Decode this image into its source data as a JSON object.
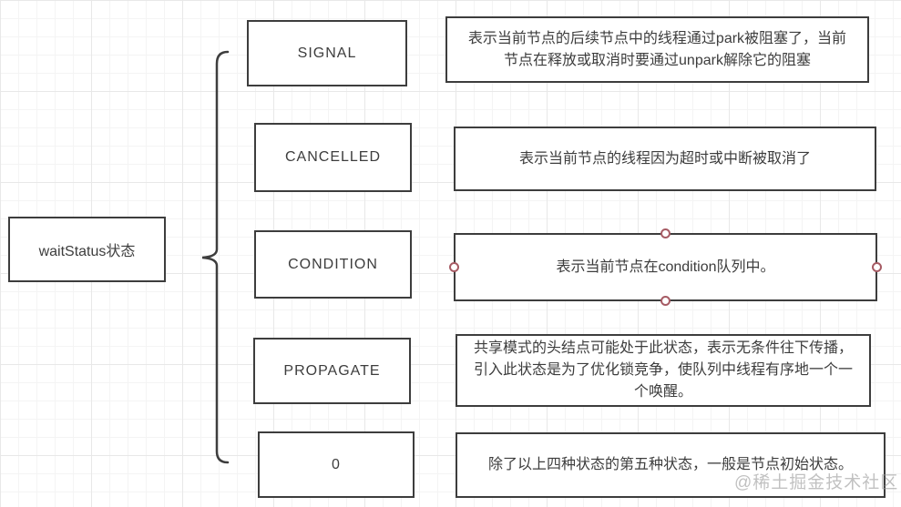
{
  "diagram": {
    "root_label": "waitStatus状态",
    "rows": [
      {
        "state": "SIGNAL",
        "desc": "表示当前节点的后续节点中的线程通过park被阻塞了，当前\n节点在释放或取消时要通过unpark解除它的阻塞"
      },
      {
        "state": "CANCELLED",
        "desc": "表示当前节点的线程因为超时或中断被取消了"
      },
      {
        "state": "CONDITION",
        "desc": "表示当前节点在condition队列中。",
        "selected": true
      },
      {
        "state": "PROPAGATE",
        "desc": "共享模式的头结点可能处于此状态，表示无条件往下传播，\n引入此状态是为了优化锁竞争，使队列中线程有序地一个一\n个唤醒。"
      },
      {
        "state": "0",
        "desc": "除了以上四种状态的第五种状态，一般是节点初始状态。"
      }
    ],
    "watermark": "@稀土掘金技术社区",
    "colors": {
      "shape_border": "#3d3d3d",
      "text": "#3d3d3d",
      "background": "#ffffff",
      "grid_minor": "#f4f4f4",
      "grid_major": "#e8e8e8",
      "selection_handle": "#a65b64",
      "watermark": "#989898"
    }
  }
}
